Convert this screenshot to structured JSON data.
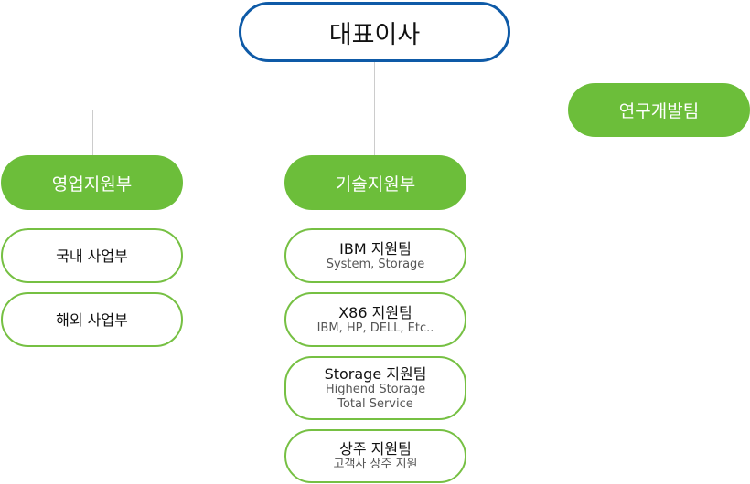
{
  "org": {
    "ceo": "대표이사",
    "rnd": "연구개발팀",
    "sales": {
      "label": "영업지원부",
      "divisions": [
        "국내 사업부",
        "해외 사업부"
      ]
    },
    "tech": {
      "label": "기술지원부",
      "teams": [
        {
          "title": "IBM 지원팀",
          "desc": [
            "System, Storage"
          ]
        },
        {
          "title": "X86 지원팀",
          "desc": [
            "IBM, HP, DELL, Etc.."
          ]
        },
        {
          "title": "Storage 지원팀",
          "desc": [
            "Highend Storage",
            "Total Service"
          ]
        },
        {
          "title": "상주 지원팀",
          "desc": [
            "고객사 상주 지원"
          ]
        }
      ]
    }
  },
  "colors": {
    "ceo_border": "#0e5aa7",
    "dept_fill": "#6cbe3a",
    "sub_border": "#76c043",
    "connector": "#cccccc"
  }
}
